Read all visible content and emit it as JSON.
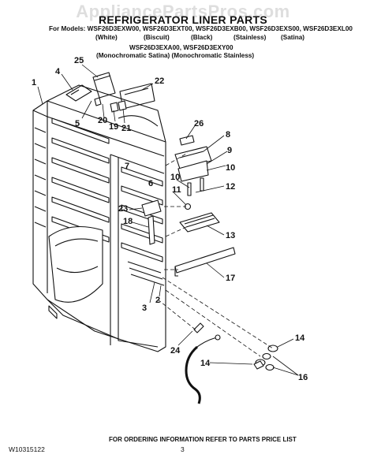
{
  "watermark": "AppliancePartsPros.com",
  "title": "REFRIGERATOR LINER PARTS",
  "models_line": "For Models: WSF26D3EXW00, WSF26D3EXT00, WSF26D3EXB00, WSF26D3EXS00, WSF26D3EXL00",
  "colors": [
    "(White)",
    "(Biscuit)",
    "(Black)",
    "(Stainless)",
    "(Satina)"
  ],
  "models_line2": "WSF26D3EXA00, WSF26D3EXY00",
  "colors2": "(Monochromatic Satina) (Monochromatic Stainless)",
  "callouts": [
    "1",
    "4",
    "25",
    "22",
    "5",
    "20",
    "19",
    "21",
    "26",
    "8",
    "9",
    "10",
    "6",
    "10",
    "11",
    "12",
    "23",
    "18",
    "13",
    "17",
    "3",
    "2",
    "24",
    "14",
    "14",
    "16",
    "7"
  ],
  "footer_doc": "W10315122",
  "footer_page": "3",
  "footer_note": "FOR ORDERING INFORMATION REFER TO PARTS PRICE LIST"
}
